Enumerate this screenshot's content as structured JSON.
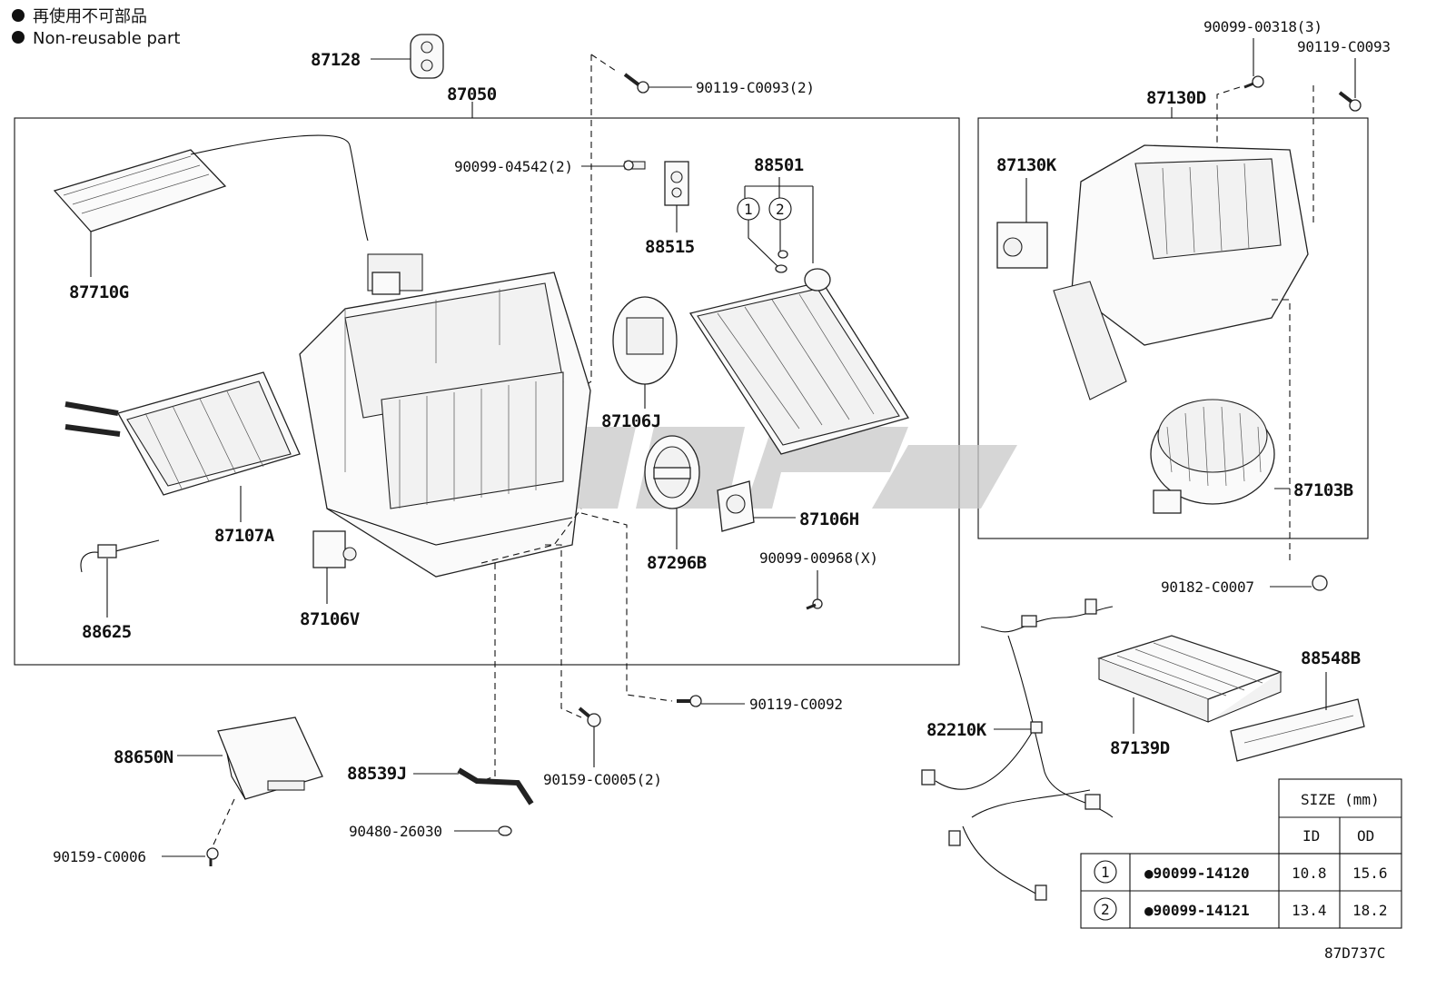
{
  "legend": {
    "bullet": "●",
    "line_jp": "再使用不可部品",
    "line_en": "Non-reusable part"
  },
  "labels": {
    "p87128": "87128",
    "p87050": "87050",
    "p90119_C0093_2": "90119-C0093(2)",
    "p90099_04542_2": "90099-04542(2)",
    "p88515": "88515",
    "p88501": "88501",
    "p87710G": "87710G",
    "p87107A": "87107A",
    "p88625": "88625",
    "p87106V": "87106V",
    "p87106J": "87106J",
    "p87296B": "87296B",
    "p87106H": "87106H",
    "p90099_00968_X": "90099-00968(X)",
    "p90099_00318_3": "90099-00318(3)",
    "p90119_C0093": "90119-C0093",
    "p87130D": "87130D",
    "p87130K": "87130K",
    "p87103B": "87103B",
    "p90182_C0007": "90182-C0007",
    "p90119_C0092": "90119-C0092",
    "p88650N": "88650N",
    "p88539J": "88539J",
    "p90159_C0005_2": "90159-C0005(2)",
    "p90480_26030": "90480-26030",
    "p90159_C0006": "90159-C0006",
    "p82210K": "82210K",
    "p87139D": "87139D",
    "p88548B": "88548B",
    "circle1": "1",
    "circle2": "2"
  },
  "size_table": {
    "header": "SIZE (mm)",
    "col_id": "ID",
    "col_od": "OD",
    "rows": [
      {
        "ref": "1",
        "part": "●90099-14120",
        "id": "10.8",
        "od": "15.6"
      },
      {
        "ref": "2",
        "part": "●90099-14121",
        "id": "13.4",
        "od": "18.2"
      }
    ]
  },
  "diagram_code": "87D737C"
}
